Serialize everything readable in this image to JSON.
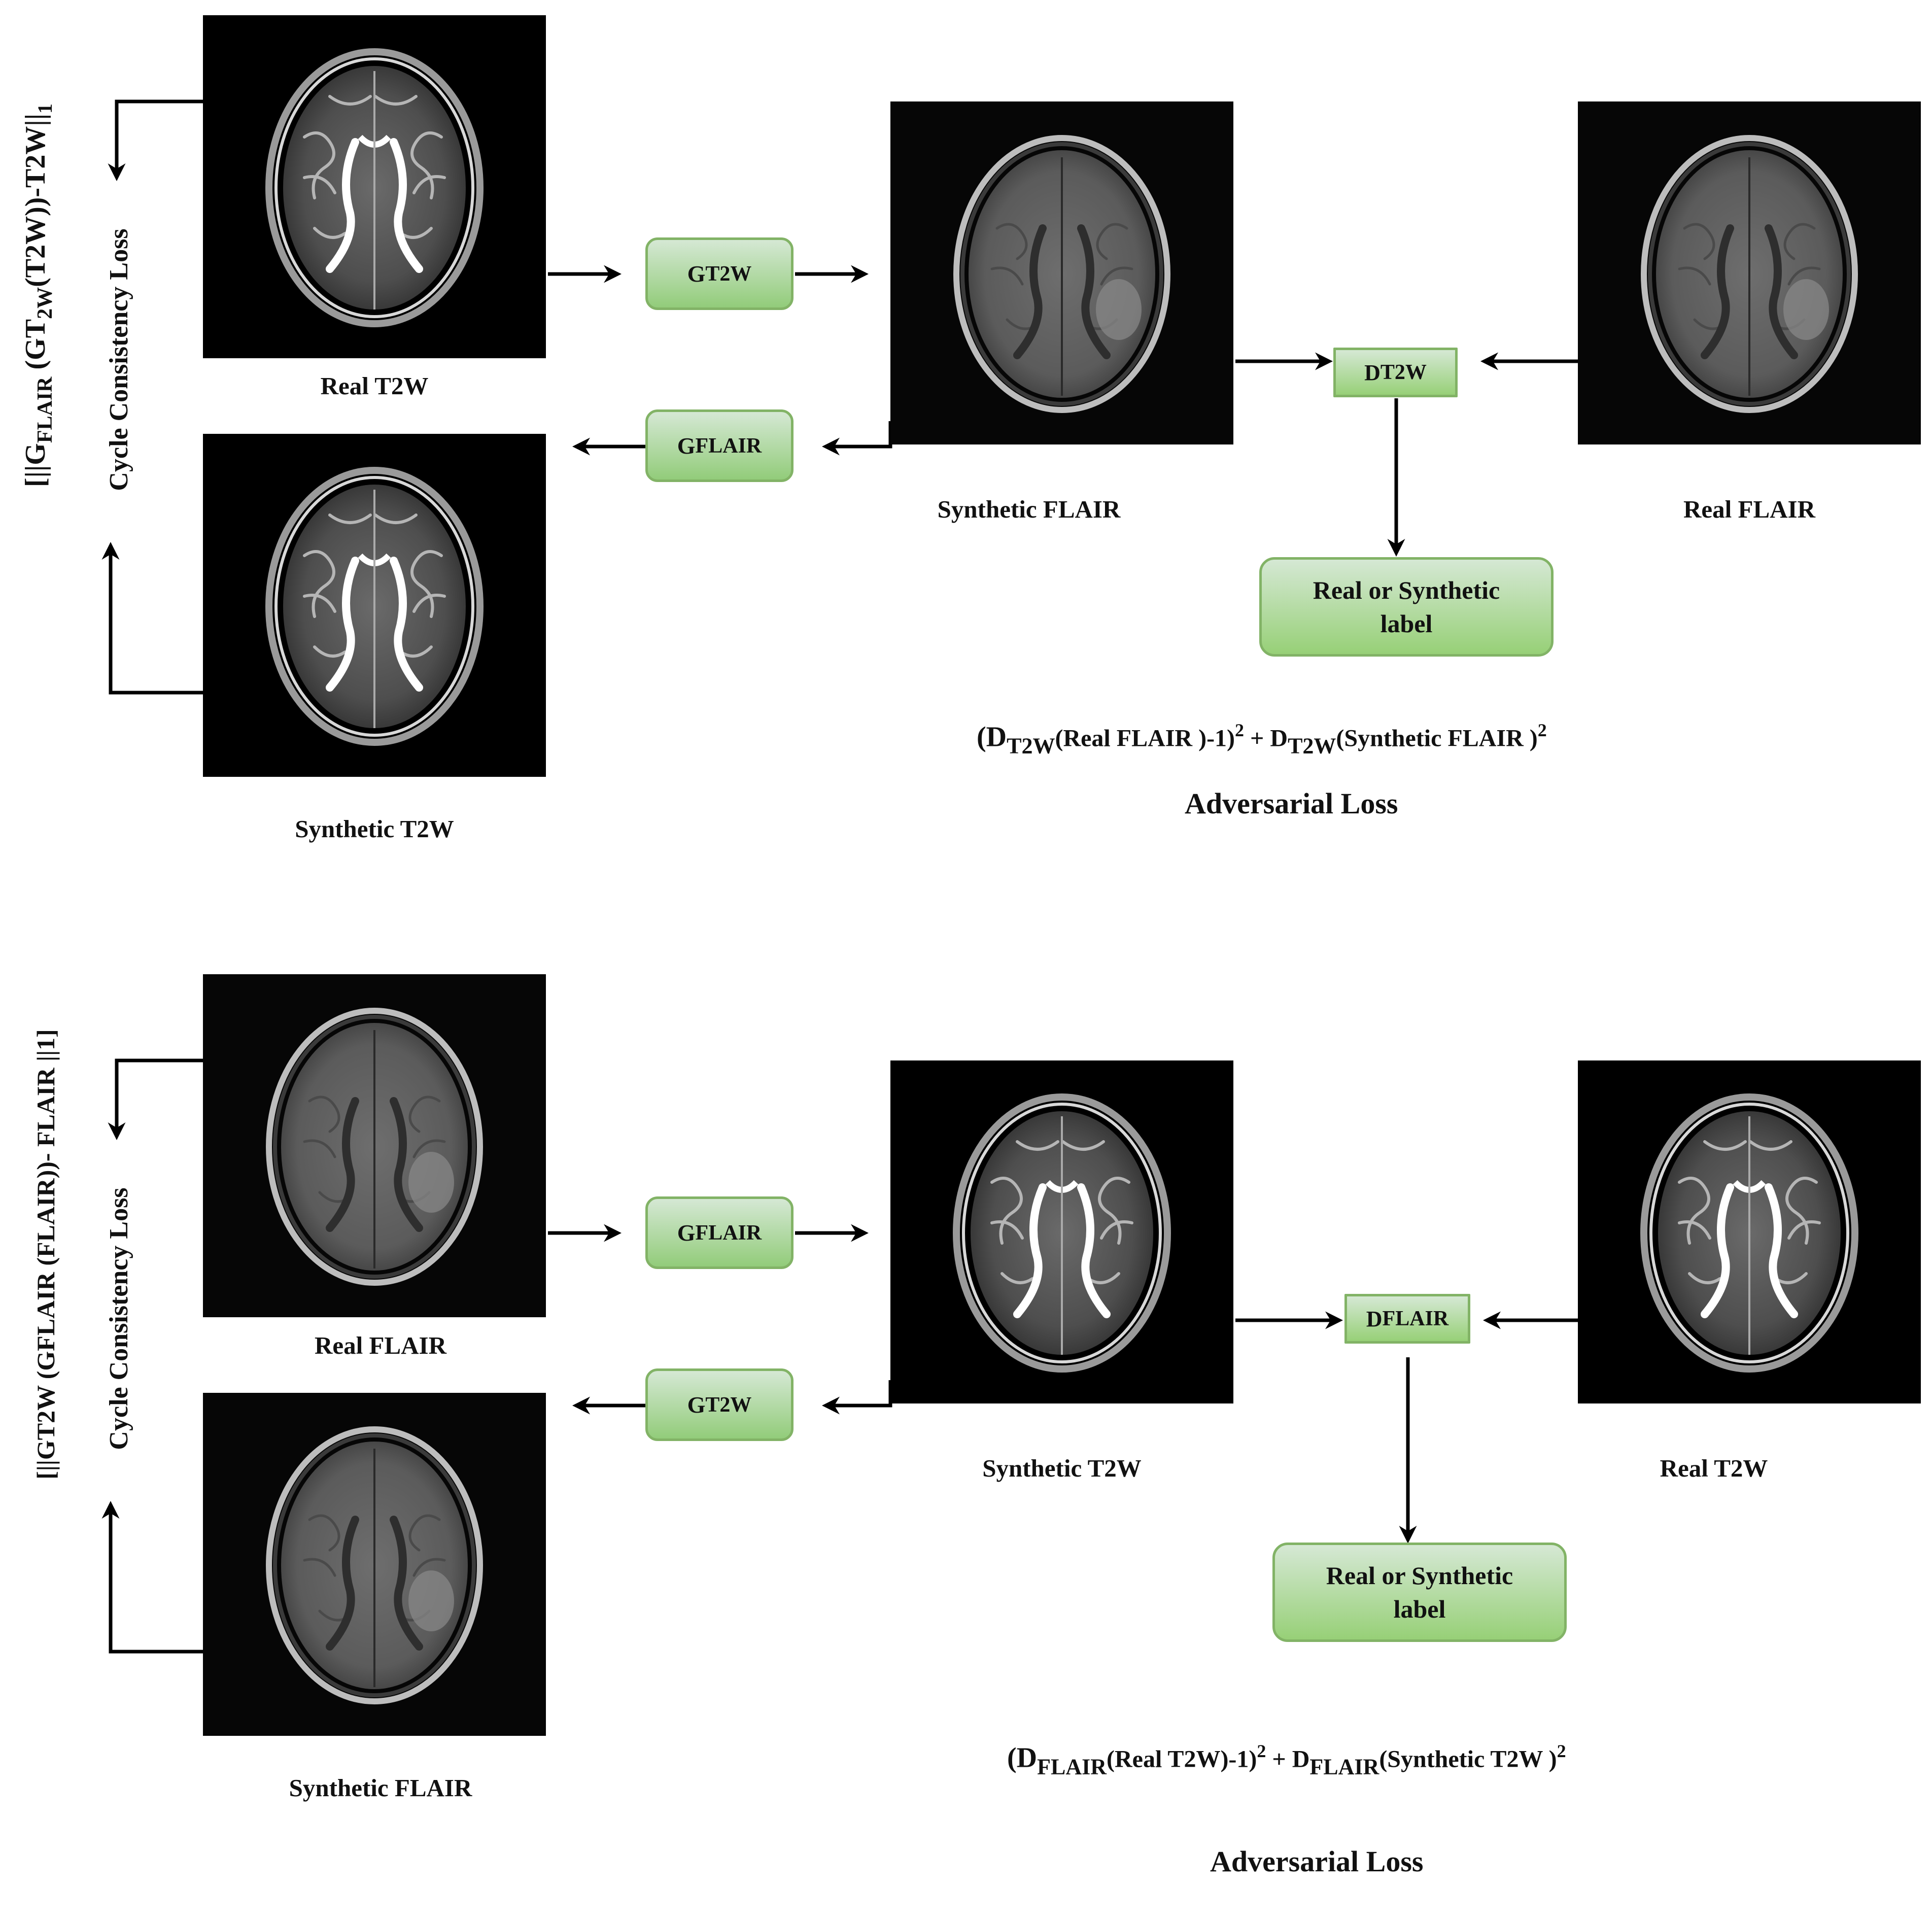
{
  "top": {
    "real_t2w_caption": "Real T2W",
    "synthetic_t2w_caption": "Synthetic T2W",
    "synthetic_flair_caption": "Synthetic FLAIR",
    "real_flair_caption": "Real FLAIR",
    "forward_generator": {
      "base": "G",
      "sub": "T2W"
    },
    "backward_generator": {
      "base": "G",
      "sub": "FLAIR"
    },
    "discriminator": {
      "base": "D",
      "sub": "T2W"
    },
    "label_box": {
      "line1": "Real or Synthetic",
      "line2": "label"
    },
    "cycle_loss_title": "Cycle Consistency Loss",
    "cycle_formula": {
      "open": "[||G",
      "sub1": "FLAIR",
      "mid1": " (GT",
      "sub2": "2W",
      "mid2": "(T2W))-T2W||",
      "end": "1"
    },
    "adv_formula": {
      "p1": "(D",
      "sub1": "T2W",
      "p2": "(Real FLAIR )-1)",
      "sup1": "2",
      "p3": " + D",
      "sub2": "T2W",
      "p4": "(Synthetic FLAIR  )",
      "sup2": "2"
    },
    "adv_title": "Adversarial Loss"
  },
  "bottom": {
    "real_flair_caption": "Real FLAIR",
    "synthetic_flair_caption": "Synthetic FLAIR",
    "synthetic_t2w_caption": "Synthetic T2W",
    "real_t2w_caption": "Real T2W",
    "forward_generator": {
      "base": "G",
      "sub": "FLAIR"
    },
    "backward_generator": {
      "base": "G",
      "sub": "T2W"
    },
    "discriminator": {
      "base": "D",
      "sub": "FLAIR"
    },
    "label_box": {
      "line1": "Real or Synthetic",
      "line2": "label"
    },
    "cycle_loss_title": "Cycle Consistency Loss",
    "cycle_formula": "[||GT2W (GFLAIR (FLAIR))- FLAIR ||1]",
    "adv_formula": {
      "p1": "(D",
      "sub1": "FLAIR",
      "p2": "(Real T2W)-1)",
      "sup1": "2",
      "p3": " + D",
      "sub2": "FLAIR",
      "p4": "(Synthetic T2W )",
      "sup2": "2"
    },
    "adv_title": "Adversarial Loss"
  },
  "colors": {
    "box_fill_top": "#d5e8d4",
    "box_fill_bottom": "#97d077",
    "box_border": "#82b366",
    "arrow": "#000000",
    "scan_background": "#000000"
  },
  "icons": {
    "scan": "brain-mri-axial-slice"
  }
}
